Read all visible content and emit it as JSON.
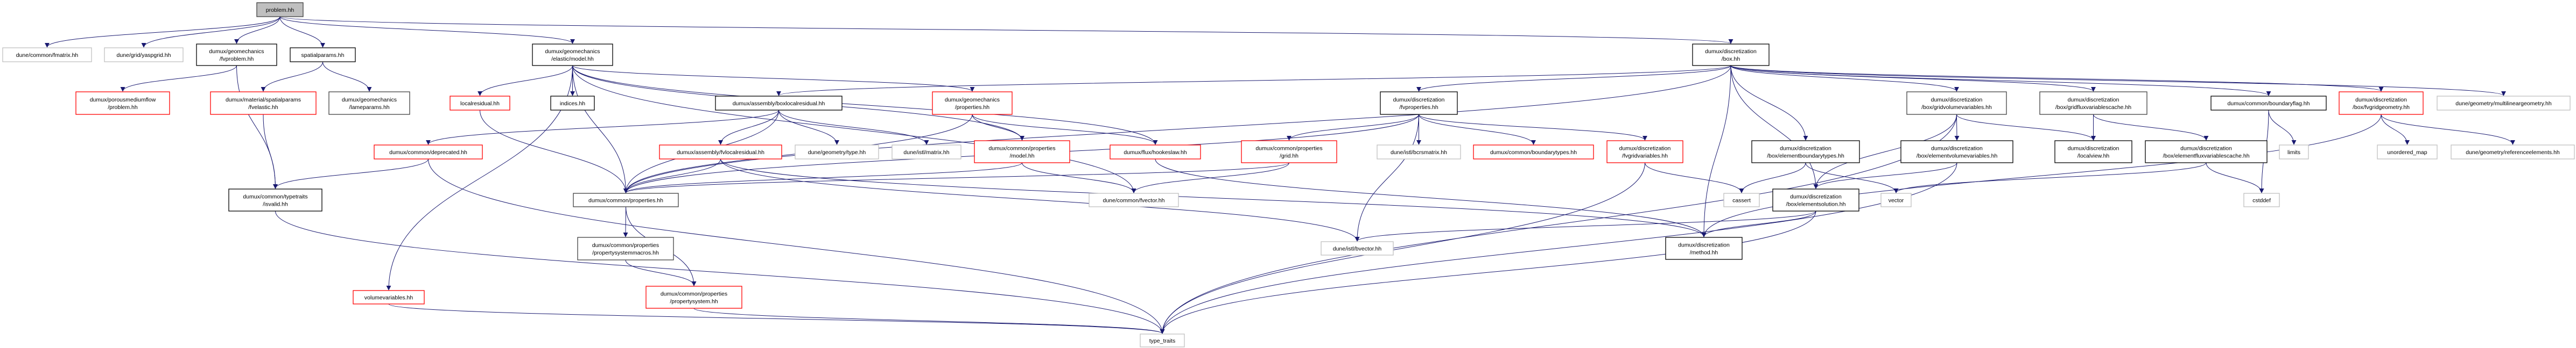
{
  "graph": {
    "edge_color": "#191970",
    "nodes": [
      {
        "id": "problem",
        "lines": [
          "problem.hh"
        ],
        "border": "#404040",
        "fill": "#bfbfbf"
      },
      {
        "id": "fmatrix",
        "lines": [
          "dune/common/fmatrix.hh"
        ],
        "border": "#bfbfbf",
        "fill": "#ffffff"
      },
      {
        "id": "yaspgrid",
        "lines": [
          "dune/grid/yaspgrid.hh"
        ],
        "border": "#bfbfbf",
        "fill": "#ffffff"
      },
      {
        "id": "fvproblem",
        "lines": [
          "dumux/geomechanics",
          "/fvproblem.hh"
        ],
        "border": "#000000",
        "fill": "#ffffff"
      },
      {
        "id": "spatialparams",
        "lines": [
          "spatialparams.hh"
        ],
        "border": "#000000",
        "fill": "#ffffff"
      },
      {
        "id": "elasticmodel",
        "lines": [
          "dumux/geomechanics",
          "/elastic/model.hh"
        ],
        "border": "#000000",
        "fill": "#ffffff"
      },
      {
        "id": "pmproblem",
        "lines": [
          "dumux/porousmediumflow",
          "/problem.hh"
        ],
        "border": "#ff0000",
        "fill": "#ffffff"
      },
      {
        "id": "fvelastic",
        "lines": [
          "dumux/material/spatialparams",
          "/fvelastic.hh"
        ],
        "border": "#ff0000",
        "fill": "#ffffff"
      },
      {
        "id": "lameparams",
        "lines": [
          "dumux/geomechanics",
          "/lameparams.hh"
        ],
        "border": "#404040",
        "fill": "#ffffff"
      },
      {
        "id": "localresidual",
        "lines": [
          "localresidual.hh"
        ],
        "border": "#ff0000",
        "fill": "#ffffff"
      },
      {
        "id": "indices",
        "lines": [
          "indices.hh"
        ],
        "border": "#000000",
        "fill": "#ffffff"
      },
      {
        "id": "deprecated",
        "lines": [
          "dumux/common/deprecated.hh"
        ],
        "border": "#ff0000",
        "fill": "#ffffff"
      },
      {
        "id": "isvalid",
        "lines": [
          "dumux/common/typetraits",
          "/isvalid.hh"
        ],
        "border": "#000000",
        "fill": "#ffffff"
      },
      {
        "id": "commonprops",
        "lines": [
          "dumux/common/properties.hh"
        ],
        "border": "#404040",
        "fill": "#ffffff"
      },
      {
        "id": "propmacros",
        "lines": [
          "dumux/common/properties",
          "/propertysystemmacros.hh"
        ],
        "border": "#404040",
        "fill": "#ffffff"
      },
      {
        "id": "volvars",
        "lines": [
          "volumevariables.hh"
        ],
        "border": "#ff0000",
        "fill": "#ffffff"
      },
      {
        "id": "boxlocalresidual",
        "lines": [
          "dumux/assembly/boxlocalresidual.hh"
        ],
        "border": "#000000",
        "fill": "#ffffff"
      },
      {
        "id": "geoprops",
        "lines": [
          "dumux/geomechanics",
          "/properties.hh"
        ],
        "border": "#ff0000",
        "fill": "#ffffff"
      },
      {
        "id": "fvlocalresidual",
        "lines": [
          "dumux/assembly/fvlocalresidual.hh"
        ],
        "border": "#ff0000",
        "fill": "#ffffff"
      },
      {
        "id": "geomtype",
        "lines": [
          "dune/geometry/type.hh"
        ],
        "border": "#bfbfbf",
        "fill": "#ffffff"
      },
      {
        "id": "istlmatrix",
        "lines": [
          "dune/istl/matrix.hh"
        ],
        "border": "#bfbfbf",
        "fill": "#ffffff"
      },
      {
        "id": "propmodel",
        "lines": [
          "dumux/common/properties",
          "/model.hh"
        ],
        "border": "#ff0000",
        "fill": "#ffffff"
      },
      {
        "id": "hookeslaw",
        "lines": [
          "dumux/flux/hookeslaw.hh"
        ],
        "border": "#ff0000",
        "fill": "#ffffff"
      },
      {
        "id": "propgrid",
        "lines": [
          "dumux/common/properties",
          "/grid.hh"
        ],
        "border": "#ff0000",
        "fill": "#ffffff"
      },
      {
        "id": "fvector",
        "lines": [
          "dune/common/fvector.hh"
        ],
        "border": "#bfbfbf",
        "fill": "#ffffff"
      },
      {
        "id": "propsystem",
        "lines": [
          "dumux/common/properties",
          "/propertysystem.hh"
        ],
        "border": "#ff0000",
        "fill": "#ffffff"
      },
      {
        "id": "typetraits",
        "lines": [
          "type_traits"
        ],
        "border": "#bfbfbf",
        "fill": "#ffffff"
      },
      {
        "id": "box",
        "lines": [
          "dumux/discretization",
          "/box.hh"
        ],
        "border": "#000000",
        "fill": "#ffffff"
      },
      {
        "id": "fvproperties",
        "lines": [
          "dumux/discretization",
          "/fvproperties.hh"
        ],
        "border": "#000000",
        "fill": "#ffffff"
      },
      {
        "id": "bcrsmatrix",
        "lines": [
          "dune/istl/bcrsmatrix.hh"
        ],
        "border": "#bfbfbf",
        "fill": "#ffffff"
      },
      {
        "id": "boundarytypes",
        "lines": [
          "dumux/common/boundarytypes.hh"
        ],
        "border": "#ff0000",
        "fill": "#ffffff"
      },
      {
        "id": "fvgridvariables",
        "lines": [
          "dumux/discretization",
          "/fvgridvariables.hh"
        ],
        "border": "#ff0000",
        "fill": "#ffffff"
      },
      {
        "id": "elemboundarytypes",
        "lines": [
          "dumux/discretization",
          "/box/elementboundarytypes.hh"
        ],
        "border": "#000000",
        "fill": "#ffffff"
      },
      {
        "id": "cassert",
        "lines": [
          "cassert"
        ],
        "border": "#bfbfbf",
        "fill": "#ffffff"
      },
      {
        "id": "elemsolution",
        "lines": [
          "dumux/discretization",
          "/box/elementsolution.hh"
        ],
        "border": "#000000",
        "fill": "#ffffff"
      },
      {
        "id": "vector",
        "lines": [
          "vector"
        ],
        "border": "#bfbfbf",
        "fill": "#ffffff"
      },
      {
        "id": "bvector",
        "lines": [
          "dune/istl/bvector.hh"
        ],
        "border": "#bfbfbf",
        "fill": "#ffffff"
      },
      {
        "id": "method",
        "lines": [
          "dumux/discretization",
          "/method.hh"
        ],
        "border": "#000000",
        "fill": "#ffffff"
      },
      {
        "id": "gridvolvars",
        "lines": [
          "dumux/discretization",
          "/box/gridvolumevariables.hh"
        ],
        "border": "#404040",
        "fill": "#ffffff"
      },
      {
        "id": "elemvolvars",
        "lines": [
          "dumux/discretization",
          "/box/elementvolumevariables.hh"
        ],
        "border": "#000000",
        "fill": "#ffffff"
      },
      {
        "id": "gridfluxcache",
        "lines": [
          "dumux/discretization",
          "/box/gridfluxvariablescache.hh"
        ],
        "border": "#404040",
        "fill": "#ffffff"
      },
      {
        "id": "boundaryflag",
        "lines": [
          "dumux/common/boundaryflag.hh"
        ],
        "border": "#000000",
        "fill": "#ffffff"
      },
      {
        "id": "fvgridgeometry",
        "lines": [
          "dumux/discretization",
          "/box/fvgridgeometry.hh"
        ],
        "border": "#ff0000",
        "fill": "#ffffff"
      },
      {
        "id": "multilinear",
        "lines": [
          "dune/geometry/multilineargeometry.hh"
        ],
        "border": "#bfbfbf",
        "fill": "#ffffff"
      },
      {
        "id": "localview",
        "lines": [
          "dumux/discretization",
          "/localview.hh"
        ],
        "border": "#000000",
        "fill": "#ffffff"
      },
      {
        "id": "elemfluxcache",
        "lines": [
          "dumux/discretization",
          "/box/elementfluxvariablescache.hh"
        ],
        "border": "#000000",
        "fill": "#ffffff"
      },
      {
        "id": "limits",
        "lines": [
          "limits"
        ],
        "border": "#bfbfbf",
        "fill": "#ffffff"
      },
      {
        "id": "unorderedmap",
        "lines": [
          "unordered_map"
        ],
        "border": "#bfbfbf",
        "fill": "#ffffff"
      },
      {
        "id": "refelements",
        "lines": [
          "dune/geometry/referenceelements.hh"
        ],
        "border": "#bfbfbf",
        "fill": "#ffffff"
      },
      {
        "id": "cstddef",
        "lines": [
          "cstddef"
        ],
        "border": "#bfbfbf",
        "fill": "#ffffff"
      }
    ],
    "edges": [
      [
        "problem",
        "fmatrix"
      ],
      [
        "problem",
        "yaspgrid"
      ],
      [
        "problem",
        "fvproblem"
      ],
      [
        "problem",
        "spatialparams"
      ],
      [
        "problem",
        "elasticmodel"
      ],
      [
        "problem",
        "box"
      ],
      [
        "fvproblem",
        "pmproblem"
      ],
      [
        "fvproblem",
        "isvalid"
      ],
      [
        "spatialparams",
        "fvelastic"
      ],
      [
        "spatialparams",
        "lameparams"
      ],
      [
        "fvelastic",
        "isvalid"
      ],
      [
        "elasticmodel",
        "localresidual"
      ],
      [
        "elasticmodel",
        "indices"
      ],
      [
        "elasticmodel",
        "commonprops"
      ],
      [
        "elasticmodel",
        "volvars"
      ],
      [
        "elasticmodel",
        "geoprops"
      ],
      [
        "elasticmodel",
        "propmodel"
      ],
      [
        "elasticmodel",
        "hookeslaw"
      ],
      [
        "elasticmodel",
        "fvector"
      ],
      [
        "localresidual",
        "commonprops"
      ],
      [
        "deprecated",
        "isvalid"
      ],
      [
        "deprecated",
        "typetraits"
      ],
      [
        "isvalid",
        "typetraits"
      ],
      [
        "volvars",
        "typetraits"
      ],
      [
        "commonprops",
        "propmacros"
      ],
      [
        "commonprops",
        "propsystem"
      ],
      [
        "propmacros",
        "propsystem"
      ],
      [
        "propsystem",
        "typetraits"
      ],
      [
        "boxlocalresidual",
        "fvlocalresidual"
      ],
      [
        "boxlocalresidual",
        "geomtype"
      ],
      [
        "boxlocalresidual",
        "istlmatrix"
      ],
      [
        "boxlocalresidual",
        "commonprops"
      ],
      [
        "boxlocalresidual",
        "deprecated"
      ],
      [
        "fvlocalresidual",
        "commonprops"
      ],
      [
        "fvlocalresidual",
        "bvector"
      ],
      [
        "fvlocalresidual",
        "method"
      ],
      [
        "geoprops",
        "propmodel"
      ],
      [
        "geoprops",
        "hookeslaw"
      ],
      [
        "geoprops",
        "commonprops"
      ],
      [
        "propmodel",
        "commonprops"
      ],
      [
        "propmodel",
        "fvector"
      ],
      [
        "hookeslaw",
        "method"
      ],
      [
        "propgrid",
        "commonprops"
      ],
      [
        "propgrid",
        "fvector"
      ],
      [
        "box",
        "fvproperties"
      ],
      [
        "box",
        "boxlocalresidual"
      ],
      [
        "box",
        "elemboundarytypes"
      ],
      [
        "box",
        "elemsolution"
      ],
      [
        "box",
        "method"
      ],
      [
        "box",
        "gridvolvars"
      ],
      [
        "box",
        "gridfluxcache"
      ],
      [
        "box",
        "boundaryflag"
      ],
      [
        "box",
        "fvgridgeometry"
      ],
      [
        "box",
        "multilinear"
      ],
      [
        "box",
        "commonprops"
      ],
      [
        "fvproperties",
        "propgrid"
      ],
      [
        "fvproperties",
        "bcrsmatrix"
      ],
      [
        "fvproperties",
        "boundarytypes"
      ],
      [
        "fvproperties",
        "fvgridvariables"
      ],
      [
        "fvproperties",
        "bvector"
      ],
      [
        "fvproperties",
        "commonprops"
      ],
      [
        "fvgridvariables",
        "cassert"
      ],
      [
        "fvgridvariables",
        "typetraits"
      ],
      [
        "elemboundarytypes",
        "cassert"
      ],
      [
        "elemboundarytypes",
        "vector"
      ],
      [
        "gridvolvars",
        "elemvolvars"
      ],
      [
        "gridvolvars",
        "localview"
      ],
      [
        "gridvolvars",
        "elemsolution"
      ],
      [
        "gridvolvars",
        "typetraits"
      ],
      [
        "elemvolvars",
        "elemsolution"
      ],
      [
        "elemvolvars",
        "typetraits"
      ],
      [
        "elemsolution",
        "bvector"
      ],
      [
        "elemsolution",
        "method"
      ],
      [
        "elemsolution",
        "typetraits"
      ],
      [
        "gridfluxcache",
        "localview"
      ],
      [
        "gridfluxcache",
        "elemfluxcache"
      ],
      [
        "elemfluxcache",
        "vector"
      ],
      [
        "elemfluxcache",
        "cstddef"
      ],
      [
        "boundaryflag",
        "limits"
      ],
      [
        "boundaryflag",
        "cstddef"
      ],
      [
        "fvgridgeometry",
        "method"
      ],
      [
        "fvgridgeometry",
        "unorderedmap"
      ],
      [
        "fvgridgeometry",
        "refelements"
      ]
    ]
  }
}
